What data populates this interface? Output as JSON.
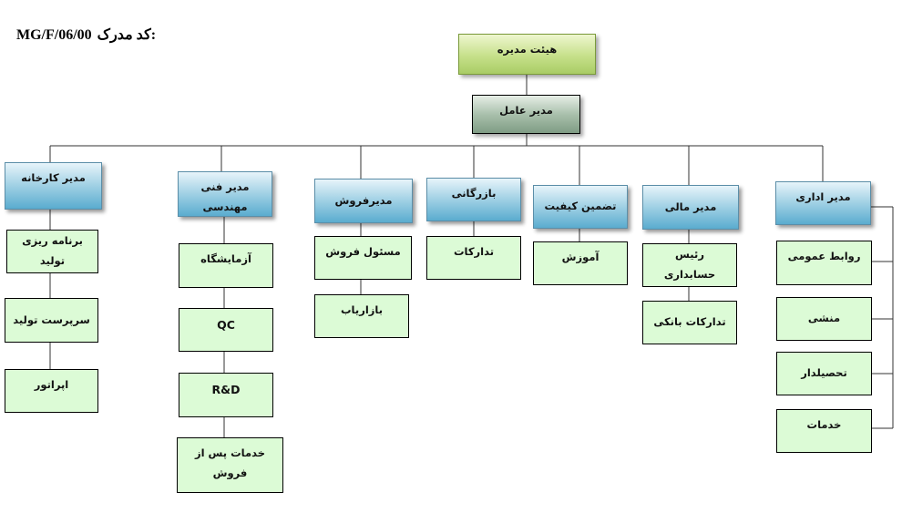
{
  "header": {
    "doc_code_label": "کد مدرک:",
    "doc_code_value": "MG/F/06/00"
  },
  "board": {
    "label": "هیئت مدیره"
  },
  "ceo": {
    "label": "مدیر عامل"
  },
  "departments": {
    "factory": {
      "title": "مدیر کارخانه",
      "units": [
        "برنامه ریزی تولید",
        "سرپرست تولید",
        "اپراتور"
      ]
    },
    "technical": {
      "title": "مدیر فنی مهندسی",
      "units": [
        "آزمایشگاه",
        "QC",
        "R&D",
        "خدمات پس از فروش"
      ]
    },
    "sales": {
      "title": "مدیرفروش",
      "units": [
        "مسئول فروش",
        "بازاریاب"
      ]
    },
    "commerce": {
      "title": "بازرگانی",
      "units": [
        "تدارکات"
      ]
    },
    "quality": {
      "title": "تضمین کیفیت",
      "units": [
        "آموزش"
      ]
    },
    "finance": {
      "title": "مدیر مالی",
      "units": [
        "رئیس حسابداری",
        "تدارکات بانکی"
      ]
    },
    "admin": {
      "title": "مدیر اداری",
      "units": [
        "روابط عمومی",
        "منشی",
        "تحصیلدار",
        "خدمات"
      ]
    }
  }
}
